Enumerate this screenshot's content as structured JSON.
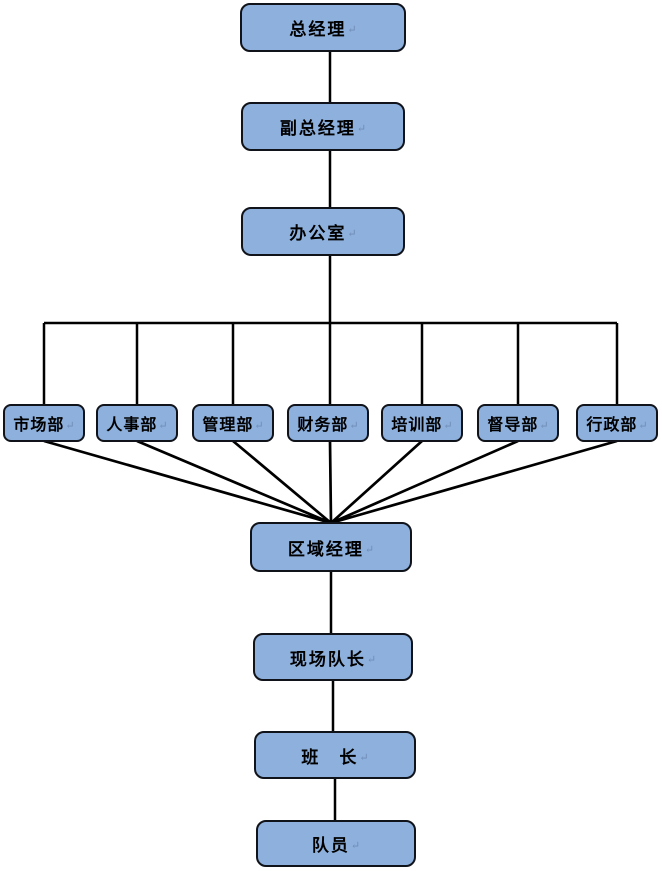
{
  "diagram": {
    "type": "org-chart",
    "background_color": "#ffffff",
    "node_fill_color": "#8DB0DD",
    "node_border_color": "#10131a",
    "connector_color": "#000000",
    "end_mark": "↵",
    "nodes": [
      {
        "id": "general-manager",
        "label": "总经理"
      },
      {
        "id": "deputy-general-manager",
        "label": "副总经理"
      },
      {
        "id": "office",
        "label": "办公室"
      },
      {
        "id": "marketing-dept",
        "label": "市场部"
      },
      {
        "id": "hr-dept",
        "label": "人事部"
      },
      {
        "id": "management-dept",
        "label": "管理部"
      },
      {
        "id": "finance-dept",
        "label": "财务部"
      },
      {
        "id": "training-dept",
        "label": "培训部"
      },
      {
        "id": "supervision-dept",
        "label": "督导部"
      },
      {
        "id": "administration-dept",
        "label": "行政部"
      },
      {
        "id": "regional-manager",
        "label": "区域经理"
      },
      {
        "id": "site-team-leader",
        "label": "现场队长"
      },
      {
        "id": "squad-leader",
        "label": "班　长"
      },
      {
        "id": "team-member",
        "label": "队员"
      }
    ],
    "edges": [
      [
        "general-manager",
        "deputy-general-manager"
      ],
      [
        "deputy-general-manager",
        "office"
      ],
      [
        "office",
        "marketing-dept"
      ],
      [
        "office",
        "hr-dept"
      ],
      [
        "office",
        "management-dept"
      ],
      [
        "office",
        "finance-dept"
      ],
      [
        "office",
        "training-dept"
      ],
      [
        "office",
        "supervision-dept"
      ],
      [
        "office",
        "administration-dept"
      ],
      [
        "marketing-dept",
        "regional-manager"
      ],
      [
        "hr-dept",
        "regional-manager"
      ],
      [
        "management-dept",
        "regional-manager"
      ],
      [
        "finance-dept",
        "regional-manager"
      ],
      [
        "training-dept",
        "regional-manager"
      ],
      [
        "supervision-dept",
        "regional-manager"
      ],
      [
        "administration-dept",
        "regional-manager"
      ],
      [
        "regional-manager",
        "site-team-leader"
      ],
      [
        "site-team-leader",
        "squad-leader"
      ],
      [
        "squad-leader",
        "team-member"
      ]
    ]
  }
}
